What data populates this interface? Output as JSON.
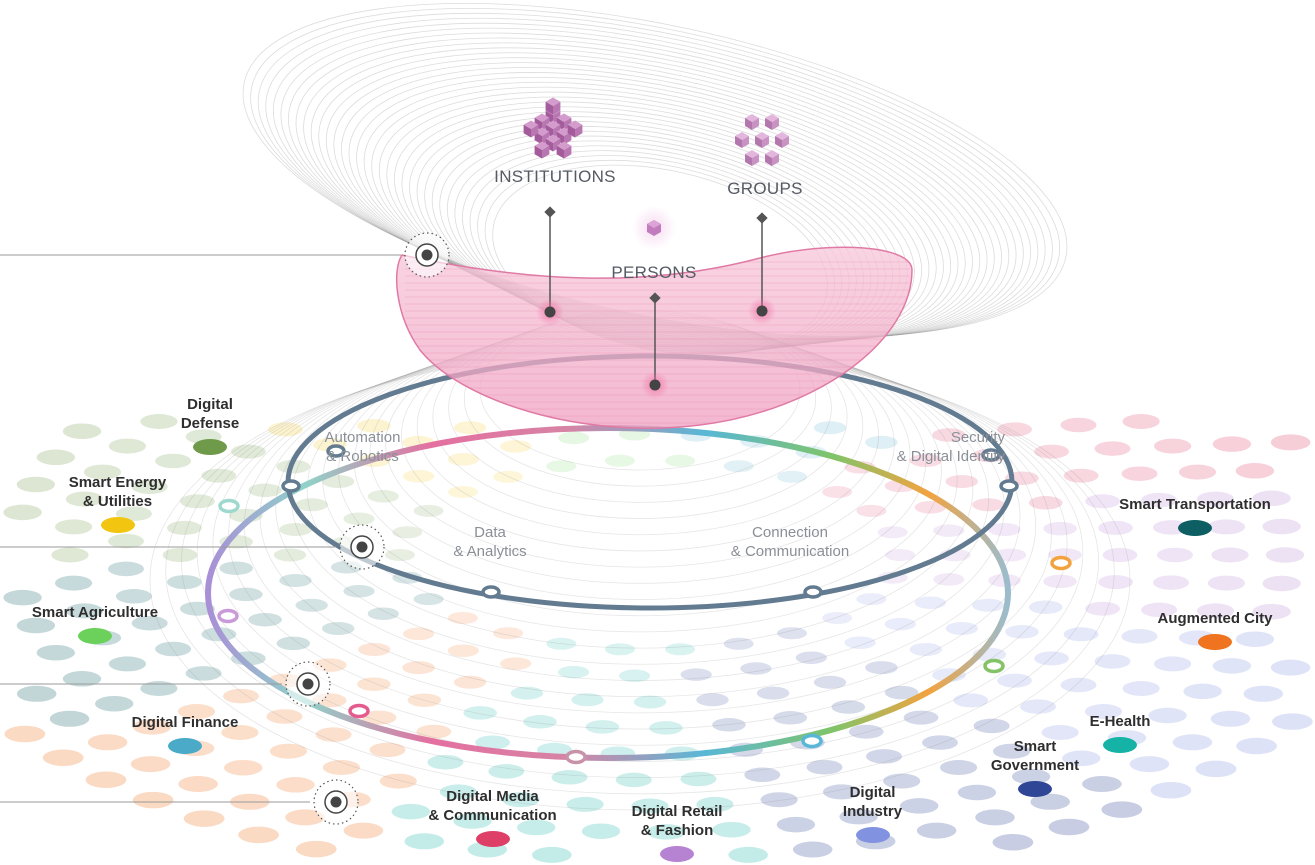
{
  "layers": {
    "institutions": "INSTITUTIONS",
    "groups": "GROUPS",
    "persons": "PERSONS"
  },
  "ring_labels": {
    "automation": "Automation\n& Robotics",
    "security": "Security\n& Digital Identity",
    "data": "Data\n& Analytics",
    "connection": "Connection\n& Communication"
  },
  "sectors": [
    {
      "name": "Digital\nDefense",
      "color": "#6f9a4a"
    },
    {
      "name": "Smart Energy\n& Utilities",
      "color": "#f2c511"
    },
    {
      "name": "Smart Agriculture",
      "color": "#6cd15a"
    },
    {
      "name": "Digital Finance",
      "color": "#4aaac8"
    },
    {
      "name": "Digital Media\n& Communication",
      "color": "#dd3f67"
    },
    {
      "name": "Digital Retail\n& Fashion",
      "color": "#b683d2"
    },
    {
      "name": "Digital\nIndustry",
      "color": "#8192e0"
    },
    {
      "name": "Smart\nGovernment",
      "color": "#2f4596"
    },
    {
      "name": "E-Health",
      "color": "#15b3a6"
    },
    {
      "name": "Augmented City",
      "color": "#f0731f"
    },
    {
      "name": "Smart Transportation",
      "color": "#0e5f63"
    }
  ],
  "colors": {
    "inner_ring": "#637b90",
    "pink_surface": "#f3bfd2",
    "cube": "#b668ad",
    "marker": "#444444"
  },
  "icons": [
    "institutions-cube-icon",
    "groups-cubes-icon",
    "persons-cube-icon",
    "target-marker-icon"
  ]
}
